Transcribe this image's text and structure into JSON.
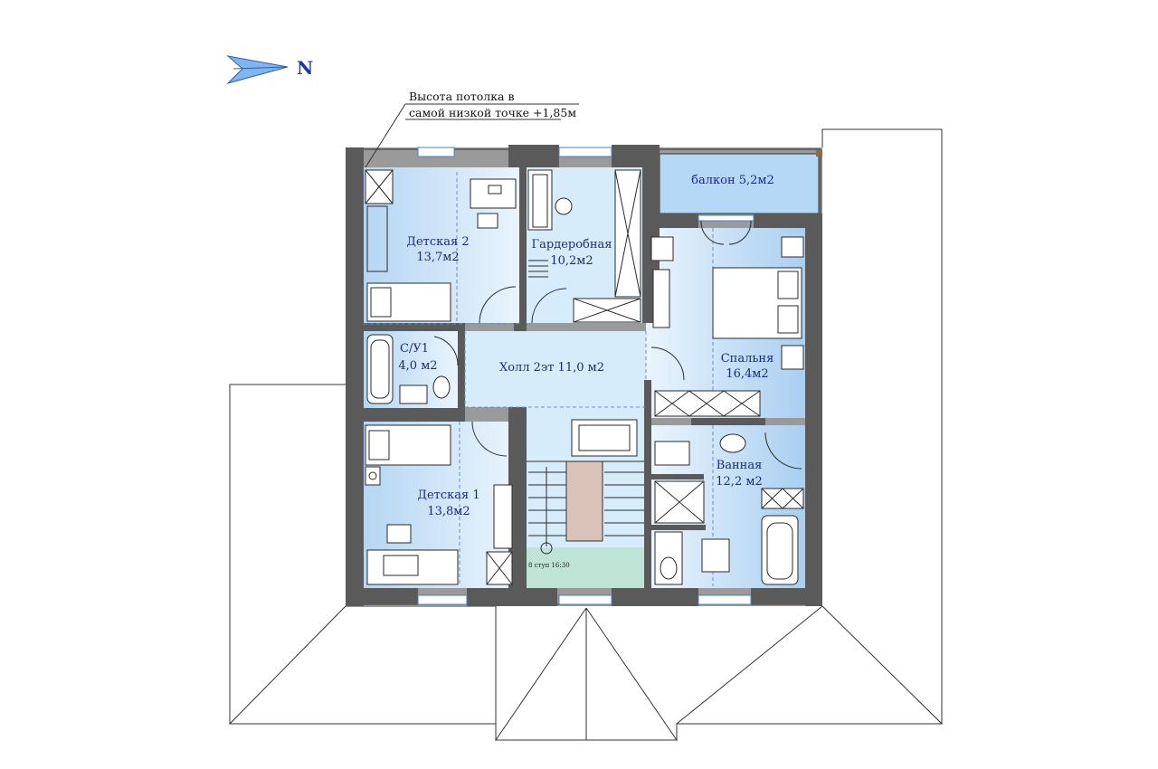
{
  "north_label": "N",
  "ceiling_note": {
    "line1": "Высота  потолка  в",
    "line2": "самой  низкой  точке +1,85м"
  },
  "rooms": [
    {
      "id": "kids2",
      "name": "Детская 2",
      "area": "13,7м2"
    },
    {
      "id": "wardrobe",
      "name": "Гардеробная",
      "area": "10,2м2"
    },
    {
      "id": "balcony",
      "name": "балкон 5,2м2"
    },
    {
      "id": "wc1",
      "name": "С/У1",
      "area": "4,0 м2"
    },
    {
      "id": "hall",
      "name": "Холл 2эт  11,0 м2"
    },
    {
      "id": "bedroom",
      "name": "Спальня",
      "area": "16,4м2"
    },
    {
      "id": "bathroom",
      "name": "Ванная",
      "area": "12,2 м2"
    },
    {
      "id": "kids1",
      "name": "Детская 1",
      "area": "13,8м2"
    }
  ],
  "stair_note": "8 ступ 16:30",
  "colors": {
    "room_fill": "#d7ecfb",
    "wall": "#5a5a5a",
    "exterior_wall": "#9a9a9a",
    "label": "#1a2a7a",
    "stair_landing": "#d9c3b8",
    "stair_floor": "#bfe3d4"
  }
}
